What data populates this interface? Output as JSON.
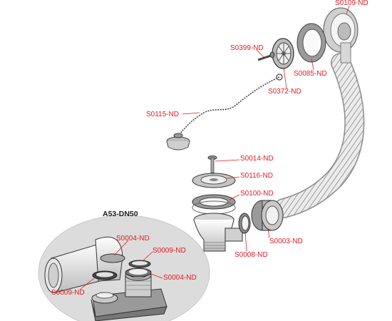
{
  "diagram": {
    "inset_title": "A53-DN50",
    "parts": {
      "overflow_cover": "S0109-ND",
      "plug_screw": "S0399-ND",
      "cover_gasket": "S0085-ND",
      "overflow_grille": "S0372-ND",
      "chain_plug": "S0115-ND",
      "drain_screw": "S0014-ND",
      "drain_grille": "S0116-ND",
      "drain_gasket": "S0100-ND",
      "nut": "S0003-ND",
      "nut_washer": "S0008-ND",
      "inset_gasket_top": "S0004-ND",
      "inset_ring_right": "S0009-ND",
      "inset_gasket_right": "S0004-ND",
      "inset_ring_left": "S0009-ND"
    },
    "colors": {
      "label": "#e11b22",
      "line": "#e11b22",
      "inset_bg": "#d9d9d9"
    }
  }
}
